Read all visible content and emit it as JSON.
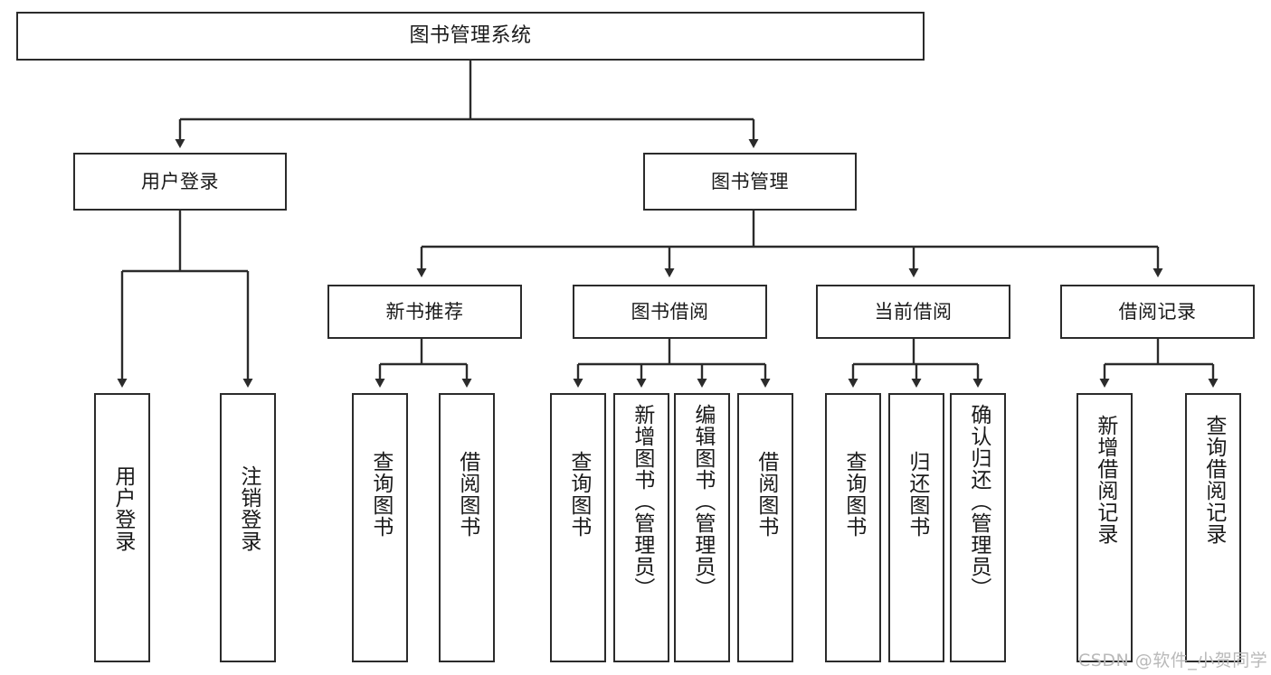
{
  "diagram": {
    "title": "图书管理系统",
    "type": "hierarchy-tree",
    "orientation": "top-down",
    "colors": {
      "box_border": "#2b2b2b",
      "box_fill": "#ffffff",
      "connector": "#2b2b2b",
      "text": "#1a1a1a",
      "watermark": "#b9b9b9"
    },
    "levels": {
      "root": {
        "label": "图书管理系统"
      },
      "level2": [
        {
          "label": "用户登录"
        },
        {
          "label": "图书管理"
        }
      ],
      "level3": [
        {
          "label": "新书推荐"
        },
        {
          "label": "图书借阅"
        },
        {
          "label": "当前借阅"
        },
        {
          "label": "借阅记录"
        }
      ],
      "leaves": {
        "用户登录": [
          {
            "label": "用户登录"
          },
          {
            "label": "注销登录"
          }
        ],
        "新书推荐": [
          {
            "label": "查询图书"
          },
          {
            "label": "借阅图书"
          }
        ],
        "图书借阅": [
          {
            "label": "查询图书"
          },
          {
            "label": "新增图书（管理员）"
          },
          {
            "label": "编辑图书（管理员）"
          },
          {
            "label": "借阅图书"
          }
        ],
        "当前借阅": [
          {
            "label": "查询图书"
          },
          {
            "label": "归还图书"
          },
          {
            "label": "确认归还（管理员）"
          }
        ],
        "借阅记录": [
          {
            "label": "新增借阅记录"
          },
          {
            "label": "查询借阅记录"
          }
        ]
      }
    }
  },
  "watermark": {
    "text": "CSDN @软件_小贺同学"
  }
}
